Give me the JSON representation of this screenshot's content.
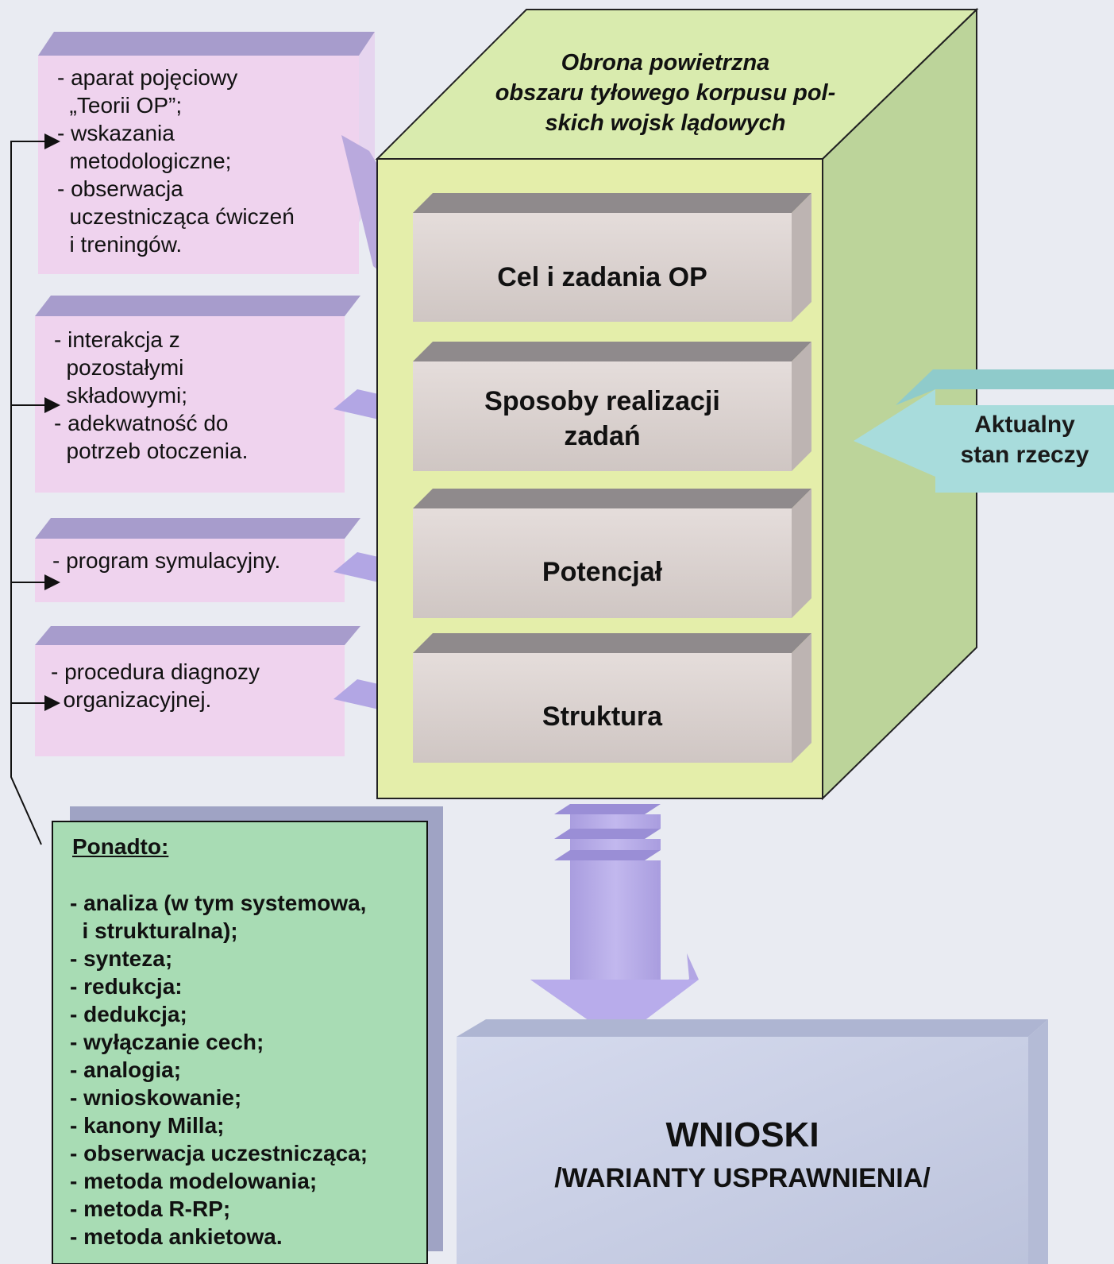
{
  "top_title": [
    "Obrona powietrzna",
    "obszaru tyłowego korpusu pol-",
    "skich wojsk lądowych"
  ],
  "layers": [
    {
      "label": "Cel i zadania OP"
    },
    {
      "label": "Sposoby realizacji\nzadań"
    },
    {
      "label": "Potencjał"
    },
    {
      "label": "Struktura"
    }
  ],
  "left_boxes": [
    {
      "items": [
        "- aparat pojęciowy",
        "  „Teorii OP”;",
        "- wskazania",
        "  metodologiczne;",
        "- obserwacja",
        "  uczestnicząca ćwiczeń",
        "  i treningów."
      ]
    },
    {
      "items": [
        "- interakcja z",
        "  pozostałymi",
        "  składowymi;",
        "- adekwatność do",
        "  potrzeb otoczenia."
      ]
    },
    {
      "items": [
        "- program symulacyjny."
      ]
    },
    {
      "items": [
        "- procedura diagnozy",
        "  organizacyjnej."
      ]
    }
  ],
  "right_arrow": {
    "label": "Aktualny\nstan rzeczy"
  },
  "ponadto": {
    "heading": "Ponadto:",
    "items": [
      "- analiza (w tym systemowa,",
      "  i strukturalna);",
      "- synteza;",
      "- redukcja:",
      "- dedukcja;",
      "- wyłączanie cech;",
      "- analogia;",
      "- wnioskowanie;",
      "- kanony Milla;",
      "- obserwacja uczestnicząca;",
      "- metoda modelowania;",
      "- metoda R-RP;",
      "- metoda ankietowa."
    ]
  },
  "conclusions": {
    "title": "WNIOSKI",
    "subtitle": "/WARIANTY USPRAWNIENIA/"
  },
  "colors": {
    "cube_front": "#e4eeaa",
    "cube_side": "#bcd49a",
    "cube_top": "#d9ebae",
    "layer": "#d8d0cc",
    "left_box": "#efd3ee",
    "ponadto_box": "#a8dcb4",
    "down_arrow": "#b2a6e4",
    "right_arrow": "#a8dcdc",
    "conclusions_box": "#c7cde4"
  }
}
